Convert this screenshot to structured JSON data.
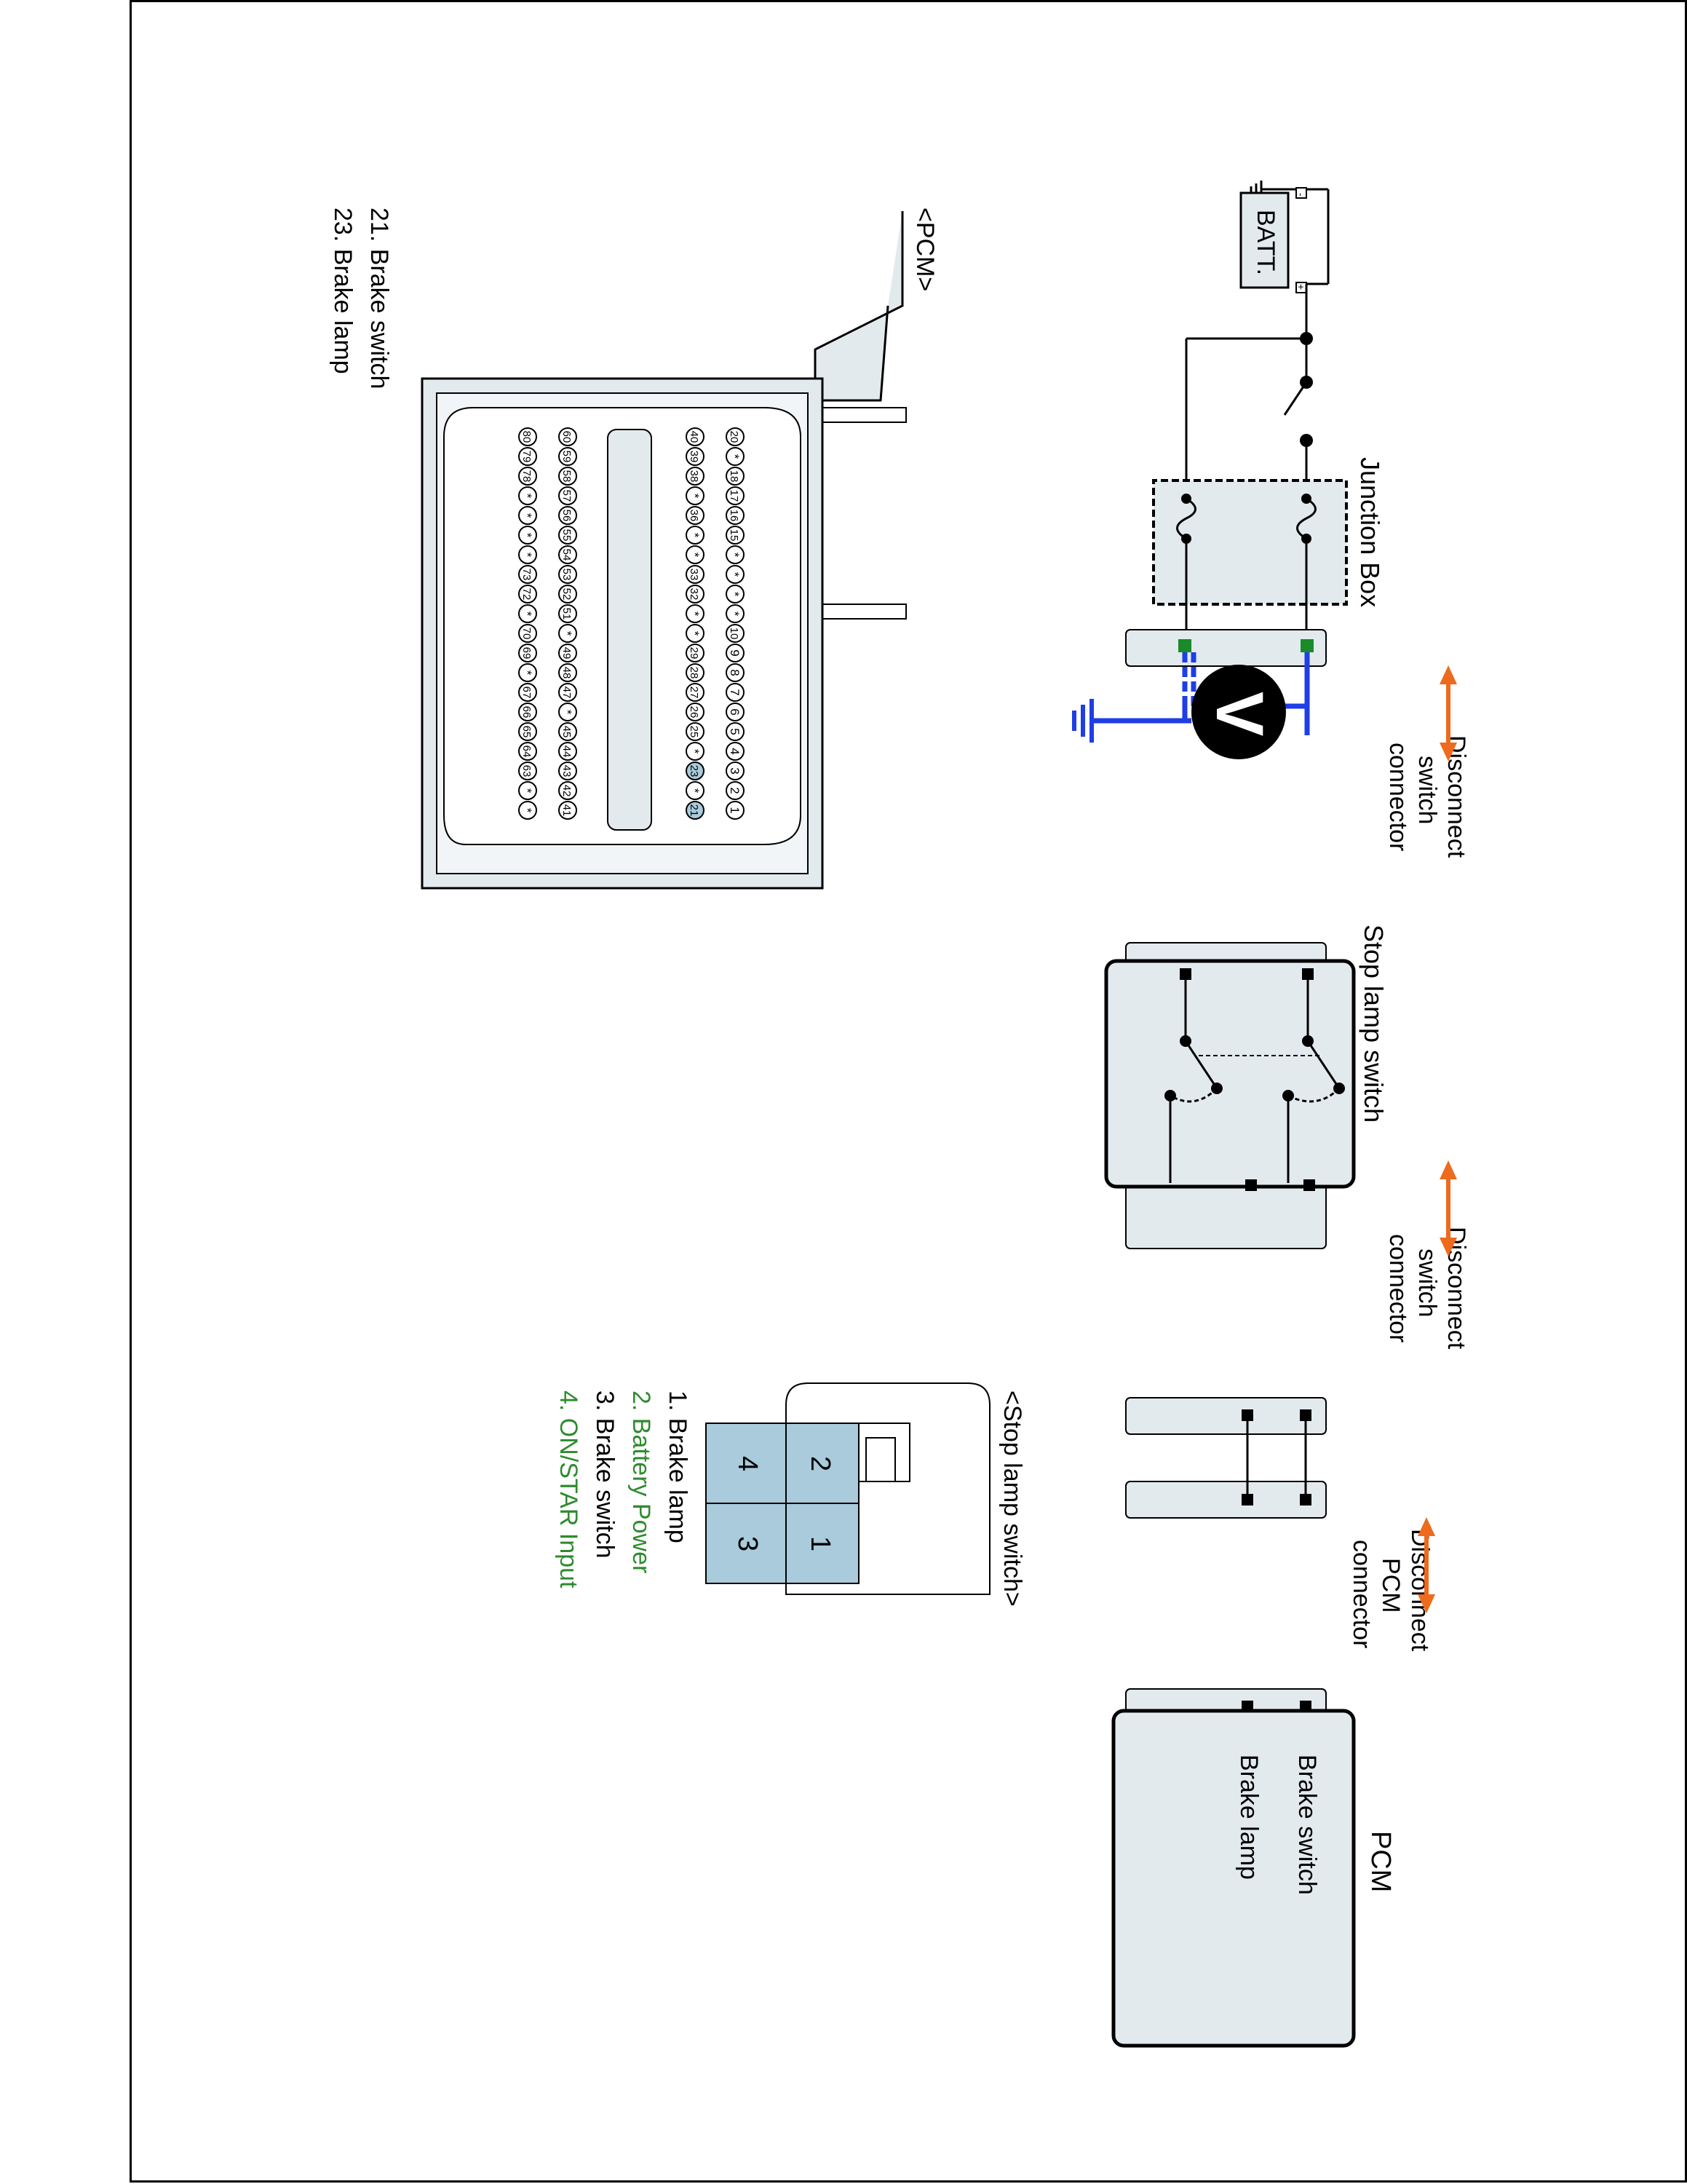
{
  "labels": {
    "batt": "BATT.",
    "batt_minus": "-",
    "batt_plus": "+",
    "junction_box": "Junction Box",
    "disconnect_switch_1": [
      "Disconnect",
      "switch",
      "connector"
    ],
    "stop_lamp_switch": "Stop lamp switch",
    "disconnect_switch_2": [
      "Disconnect",
      "switch",
      "connector"
    ],
    "disconnect_pcm": [
      "Disconnect",
      "PCM",
      "connector"
    ],
    "pcm_title": "PCM",
    "pcm_brake_switch": "Brake switch",
    "pcm_brake_lamp": "Brake lamp",
    "voltmeter": "V"
  },
  "stop_lamp_connector": {
    "title": "<Stop lamp switch>",
    "pins": [
      "2",
      "1",
      "4",
      "3"
    ],
    "legend": [
      {
        "text": "1. Brake lamp",
        "color": "#000000"
      },
      {
        "text": "2. Battery Power",
        "color": "#2e8b2e"
      },
      {
        "text": "3. Brake switch",
        "color": "#000000"
      },
      {
        "text": "4. ON/STAR Input",
        "color": "#2e8b2e"
      }
    ]
  },
  "pcm_connector": {
    "title": "<PCM>",
    "rows": [
      [
        "20",
        "*",
        "18",
        "17",
        "16",
        "15",
        "*",
        "*",
        "*",
        "*",
        "10",
        "9",
        "8",
        "7",
        "6",
        "5",
        "4",
        "3",
        "2",
        "1"
      ],
      [
        "40",
        "39",
        "38",
        "*",
        "36",
        "*",
        "*",
        "33",
        "32",
        "*",
        "*",
        "29",
        "28",
        "27",
        "26",
        "25",
        "*",
        "23",
        "*",
        "21"
      ],
      [
        "60",
        "59",
        "58",
        "57",
        "56",
        "55",
        "54",
        "53",
        "52",
        "51",
        "*",
        "49",
        "48",
        "47",
        "*",
        "45",
        "44",
        "43",
        "42",
        "41"
      ],
      [
        "80",
        "79",
        "78",
        "*",
        "*",
        "*",
        "*",
        "73",
        "72",
        "*",
        "70",
        "69",
        "*",
        "67",
        "66",
        "65",
        "64",
        "63",
        "*",
        "*"
      ]
    ],
    "highlighted": [
      "23",
      "21"
    ],
    "legend": [
      "21. Brake switch",
      "23. Brake lamp"
    ]
  },
  "colors": {
    "wire": "#000000",
    "probe_wire": "#1e3ee6",
    "arrow": "#ee6a1c",
    "panel": "#e3eaee",
    "pin_highlight": "#a9cbdb",
    "green_pin": "#1a8a2a"
  }
}
